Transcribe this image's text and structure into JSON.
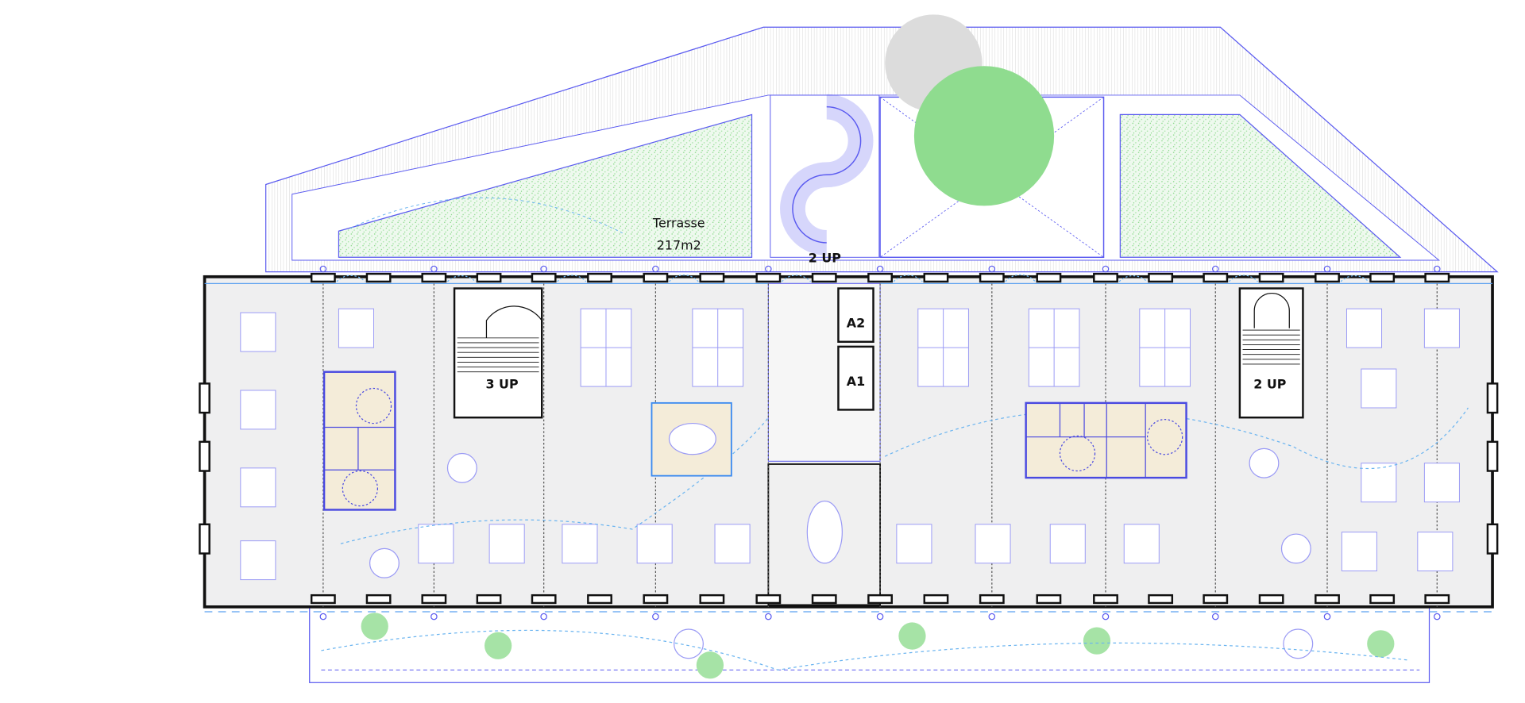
{
  "plan": {
    "terrace": {
      "name": "Terrasse",
      "area": "217m2"
    },
    "stairs": [
      {
        "id": "stair-top-spiral",
        "label": "2 UP"
      },
      {
        "id": "stair-left",
        "label": "3 UP"
      },
      {
        "id": "stair-right",
        "label": "2 UP"
      }
    ],
    "elevators": [
      {
        "label": "A2"
      },
      {
        "label": "A1"
      }
    ]
  },
  "colors": {
    "line": "#5a5af0",
    "wall": "#111111",
    "floor": "#efeff0",
    "greenery": "#8fdc8f",
    "sanitary": "#f4ecd9",
    "circulation": "#6ab4f0"
  }
}
